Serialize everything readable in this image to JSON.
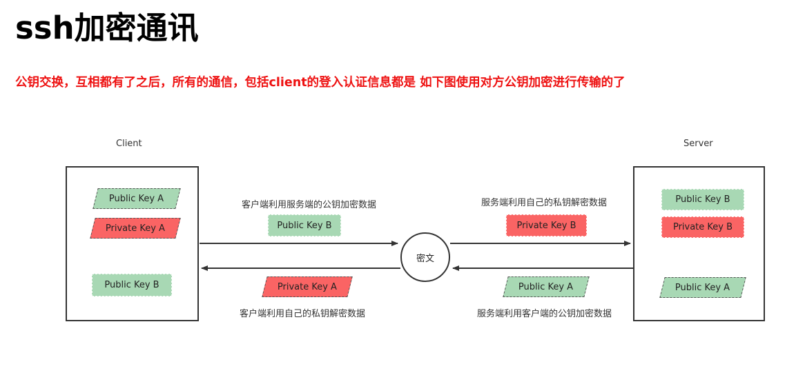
{
  "title": "ssh加密通讯",
  "subtitle": "公钥交换，互相都有了之后，所有的通信，包括client的登入认证信息都是 如下图使用对方公钥加密进行传输的了",
  "diagram": {
    "client_label": "Client",
    "server_label": "Server",
    "cipher_label": "密文",
    "client_keys": {
      "public_a": "Public Key A",
      "private_a": "Private Key A",
      "public_b": "Public Key B"
    },
    "server_keys": {
      "public_b": "Public Key B",
      "private_b": "Private Key B",
      "public_a": "Public Key A"
    },
    "top_left": {
      "caption": "客户端利用服务端的公钥加密数据",
      "key": "Public Key B"
    },
    "top_right": {
      "caption": "服务端利用自己的私钥解密数据",
      "key": "Private Key B"
    },
    "bottom_left": {
      "caption": "客户端利用自己的私钥解密数据",
      "key": "Private Key A"
    },
    "bottom_right": {
      "caption": "服务端利用客户端的公钥加密数据",
      "key": "Public Key A"
    },
    "colors": {
      "public": "#a8d8b4",
      "private": "#fa6464",
      "title": "#000000",
      "subtitle": "#ee1111"
    }
  }
}
